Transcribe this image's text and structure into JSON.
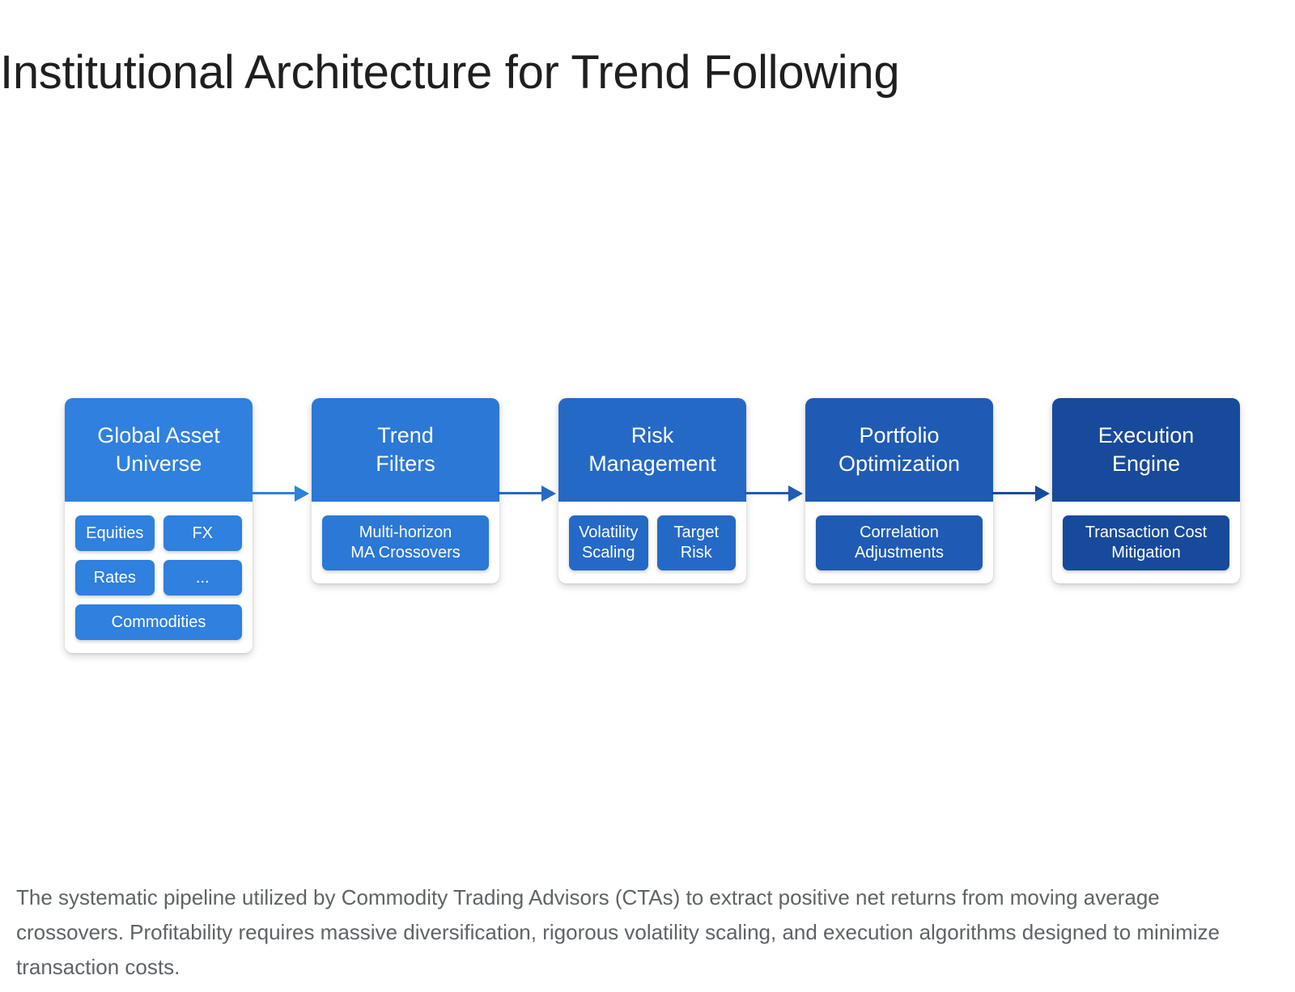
{
  "title": "Institutional Architecture for Trend Following",
  "caption": "The systematic pipeline utilized by Commodity Trading Advisors (CTAs) to extract positive net returns from moving average crossovers. Profitability requires massive diversification, rigorous volatility scaling, and execution algorithms designed to minimize transaction costs.",
  "stages": [
    {
      "title": "Global Asset\nUniverse",
      "header_color": "#2f80df",
      "chip_color": "#2f80df",
      "items": [
        "Equities",
        "FX",
        "Rates",
        "...",
        "Commodities"
      ]
    },
    {
      "title": "Trend\nFilters",
      "header_color": "#2b78d6",
      "chip_color": "#2b78d6",
      "items": [
        "Multi-horizon\nMA Crossovers"
      ]
    },
    {
      "title": "Risk\nManagement",
      "header_color": "#2569c7",
      "chip_color": "#2569c7",
      "items": [
        "Volatility\nScaling",
        "Target\nRisk"
      ]
    },
    {
      "title": "Portfolio\nOptimization",
      "header_color": "#1f5bb4",
      "chip_color": "#1f5bb4",
      "items": [
        "Correlation\nAdjustments"
      ]
    },
    {
      "title": "Execution\nEngine",
      "header_color": "#184a9b",
      "chip_color": "#184a9b",
      "items": [
        "Transaction Cost\nMitigation"
      ]
    }
  ],
  "arrow_colors": [
    "#2f80df",
    "#2569c7",
    "#1f5bb4",
    "#184a9b"
  ]
}
